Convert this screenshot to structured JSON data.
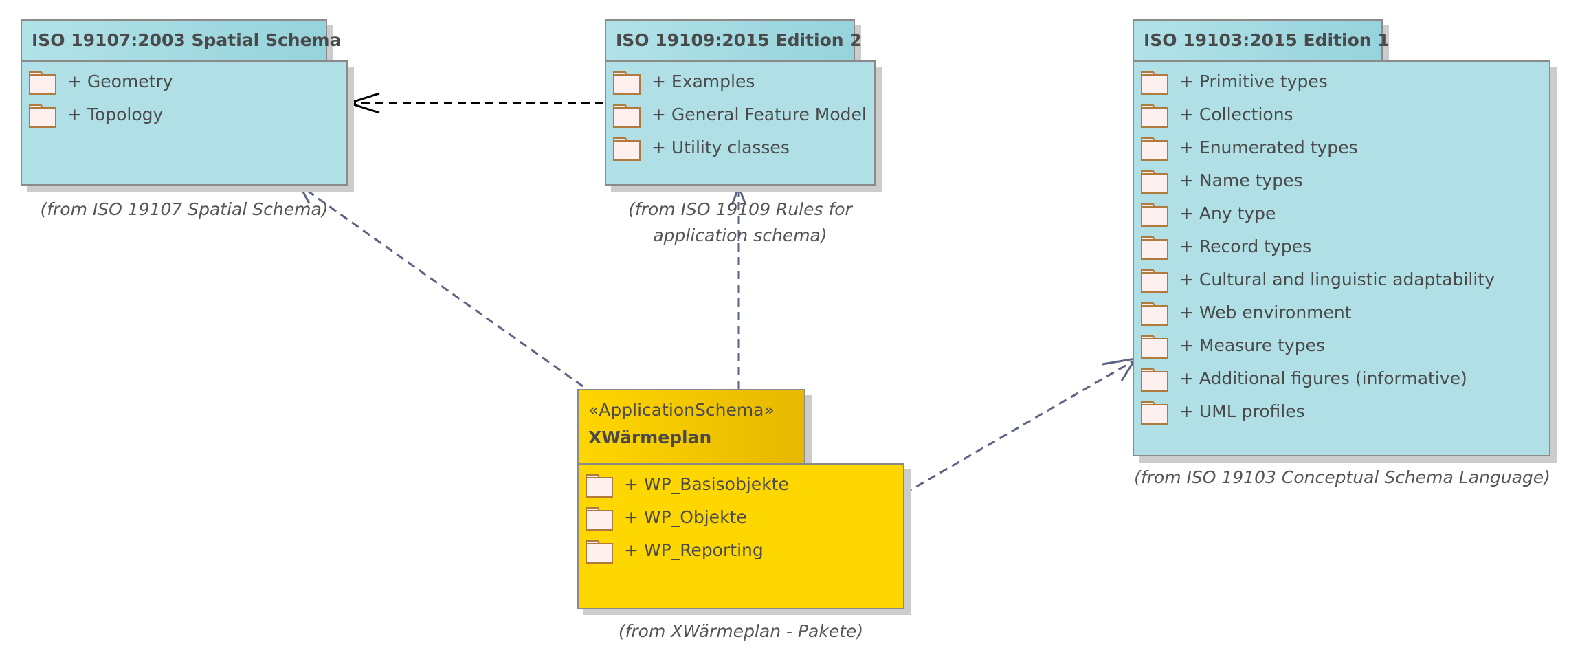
{
  "packages": {
    "iso19107": {
      "title": "ISO 19107:2003 Spatial Schema",
      "items": [
        "+  Geometry",
        "+ Topology"
      ],
      "from": "(from ISO 19107 Spatial Schema)"
    },
    "iso19109": {
      "title": "ISO 19109:2015 Edition 2",
      "items": [
        "+ Examples",
        "+ General Feature Model",
        "+ Utility classes"
      ],
      "from_line1": "(from ISO 19109 Rules for",
      "from_line2": "application schema)"
    },
    "iso19103": {
      "title": "ISO 19103:2015 Edition 1",
      "items": [
        "+ Primitive types",
        "+ Collections",
        "+ Enumerated types",
        "+ Name types",
        "+ Any type",
        "+ Record types",
        "+ Cultural and linguistic adaptability",
        "+ Web environment",
        "+ Measure types",
        "+ Additional figures (informative)",
        "+ UML profiles"
      ],
      "from": "(from ISO 19103 Conceptual Schema Language)"
    },
    "xwaermeplan": {
      "stereotype": "«ApplicationSchema»",
      "title": "XWärmeplan",
      "items": [
        "+ WP_Basisobjekte",
        "+ WP_Objekte",
        "+ WP_Reporting"
      ],
      "from": "(from XWärmeplan - Pakete)"
    }
  },
  "colors": {
    "iso_fill": "#b0e0e6",
    "xw_fill": "#ffd700",
    "border": "#8a8a8a",
    "connector": "#5c6383",
    "folder_fill": "#fdf0ee",
    "folder_stroke": "#b07a3c"
  },
  "icons": {
    "folder": "package-folder-icon"
  }
}
